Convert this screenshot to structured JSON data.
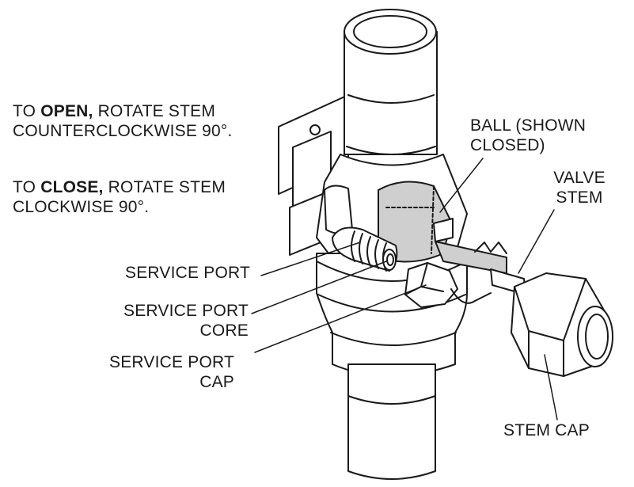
{
  "instructions": {
    "open": {
      "prefix": "TO ",
      "keyword": "OPEN,",
      "line1_rest": " ROTATE STEM",
      "line2": "COUNTERCLOCKWISE 90°."
    },
    "close": {
      "prefix": "TO ",
      "keyword": "CLOSE,",
      "line1_rest": " ROTATE STEM",
      "line2": "CLOCKWISE 90°."
    }
  },
  "labels": {
    "ball_line1": "BALL (SHOWN",
    "ball_line2": "CLOSED)",
    "valve_stem_line1": "VALVE",
    "valve_stem_line2": "STEM",
    "service_port": "SERVICE PORT",
    "service_port_core_line1": "SERVICE PORT",
    "service_port_core_line2": "CORE",
    "service_port_cap_line1": "SERVICE PORT",
    "service_port_cap_line2": "CAP",
    "stem_cap": "STEM CAP"
  },
  "colors": {
    "line": "#1a1a1a",
    "ball_shade": "#cfcfcf",
    "body_fill": "#ffffff"
  }
}
